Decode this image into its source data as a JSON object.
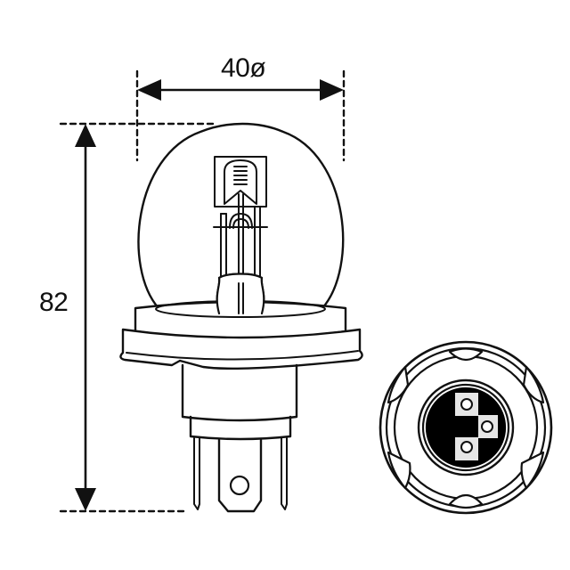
{
  "diagram": {
    "type": "technical-drawing",
    "subject": "R2 headlamp bulb (P45t base) side view and base end view",
    "colors": {
      "line": "#111111",
      "background": "#ffffff",
      "contact_fill": "#000000"
    },
    "dimensions": {
      "width": {
        "label": "40ø",
        "value": 40,
        "unit": "mm",
        "meaning": "bulb diameter"
      },
      "height": {
        "label": "82",
        "value": 82,
        "unit": "mm",
        "meaning": "overall length"
      }
    },
    "views": [
      {
        "name": "side-view",
        "parts": [
          "glass-bulb",
          "filament-shield",
          "filament",
          "flange",
          "base-collar",
          "base-sleeve",
          "terminals"
        ]
      },
      {
        "name": "end-view",
        "parts": [
          "outer-ring",
          "notches",
          "insulator",
          "3 contacts"
        ]
      }
    ]
  }
}
